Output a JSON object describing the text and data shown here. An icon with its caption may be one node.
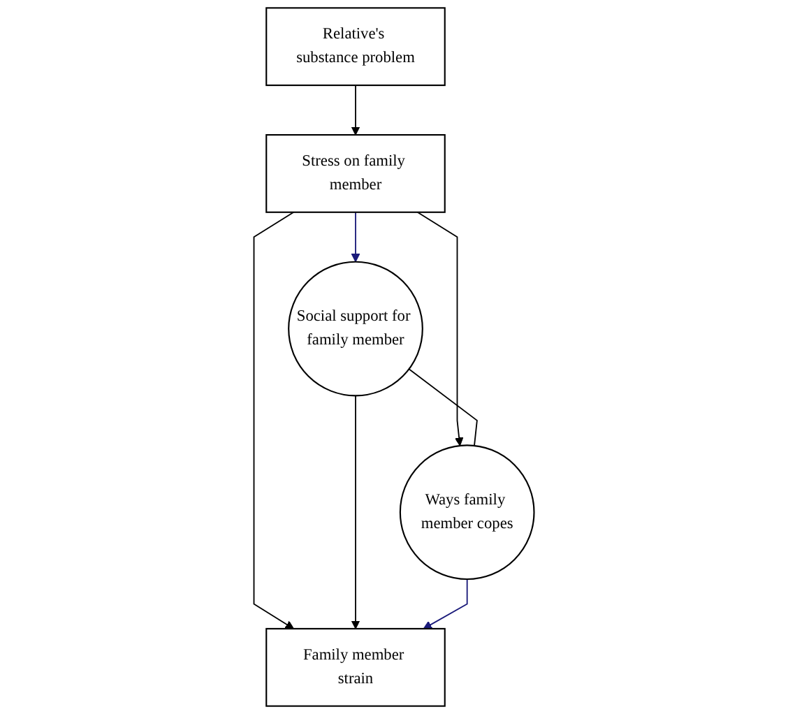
{
  "diagram": {
    "nodes": [
      {
        "text": [
          "Relative's substance problem"
        ]
      },
      {
        "text": [
          "Stress on family member"
        ]
      },
      {
        "text": [
          "Social support for family member"
        ]
      },
      {
        "text": [
          "Ways family member copes"
        ]
      },
      {
        "text": [
          "Family member strain"
        ]
      }
    ],
    "edges": [
      {
        "from": 0,
        "to": 1,
        "arrow": "to"
      },
      {
        "from": 1,
        "to": 2,
        "arrow": "to",
        "color": "#1a1a7a"
      },
      {
        "from": 1,
        "to": 3,
        "arrow": "to"
      },
      {
        "from": 1,
        "to": 4,
        "arrow": "to"
      },
      {
        "from": 2,
        "to": 3,
        "arrow": "none"
      },
      {
        "from": 2,
        "to": 4,
        "arrow": "to"
      },
      {
        "from": 3,
        "to": 4,
        "arrow": "to",
        "color": "#1a1a7a"
      }
    ]
  }
}
